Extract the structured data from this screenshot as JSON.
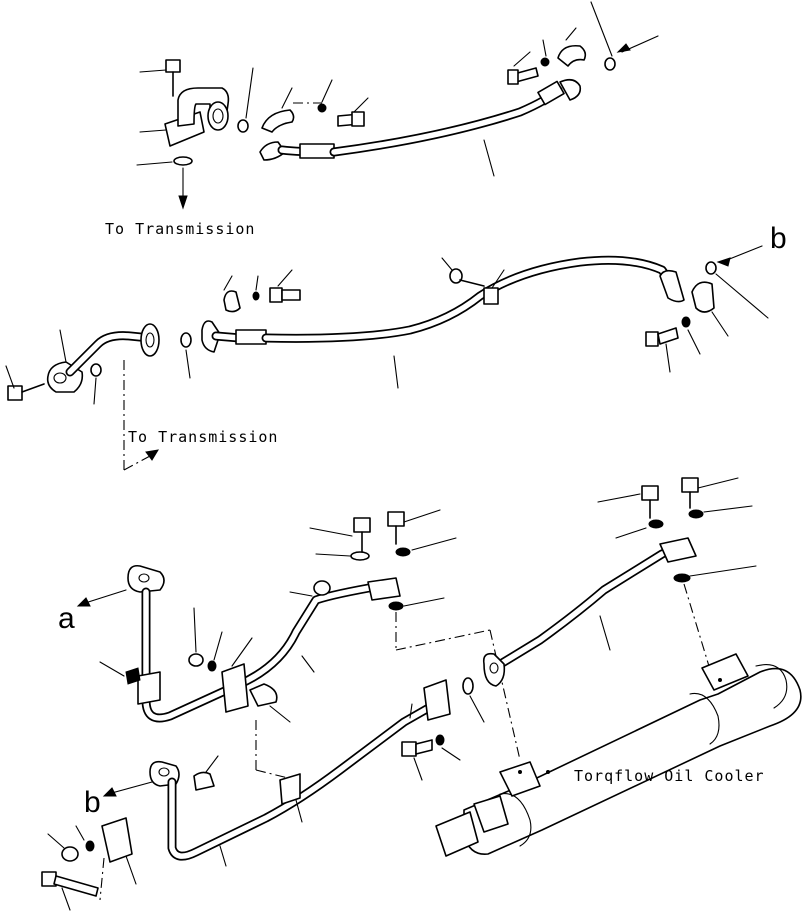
{
  "labels": {
    "to_transmission_1": "To Transmission",
    "to_transmission_2": "To Transmission",
    "oil_cooler": "Torqflow Oil Cooler",
    "ref_a_left": "a",
    "ref_b_right": "b",
    "ref_b_left": "b"
  },
  "colors": {
    "ink": "#000000",
    "paper": "#ffffff"
  }
}
